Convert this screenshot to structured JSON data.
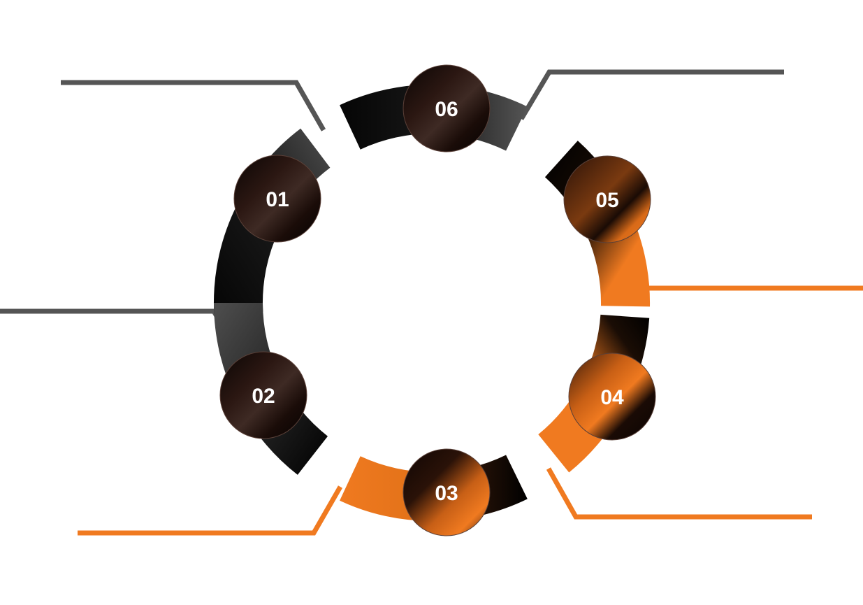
{
  "colors": {
    "accent": "#F07A20",
    "dark": "#050505",
    "gray": "#4E4E4E",
    "line_gray": "#555555",
    "badge_text": "#FFFFFF",
    "background": "#FFFFFF"
  },
  "steps": [
    {
      "number": "01",
      "color": "dark",
      "line_color": "gray"
    },
    {
      "number": "02",
      "color": "dark",
      "line_color": "gray"
    },
    {
      "number": "03",
      "color": "accent",
      "line_color": "accent"
    },
    {
      "number": "04",
      "color": "accent",
      "line_color": "accent"
    },
    {
      "number": "05",
      "color": "accent",
      "line_color": "accent"
    },
    {
      "number": "06",
      "color": "dark",
      "line_color": "gray"
    }
  ]
}
